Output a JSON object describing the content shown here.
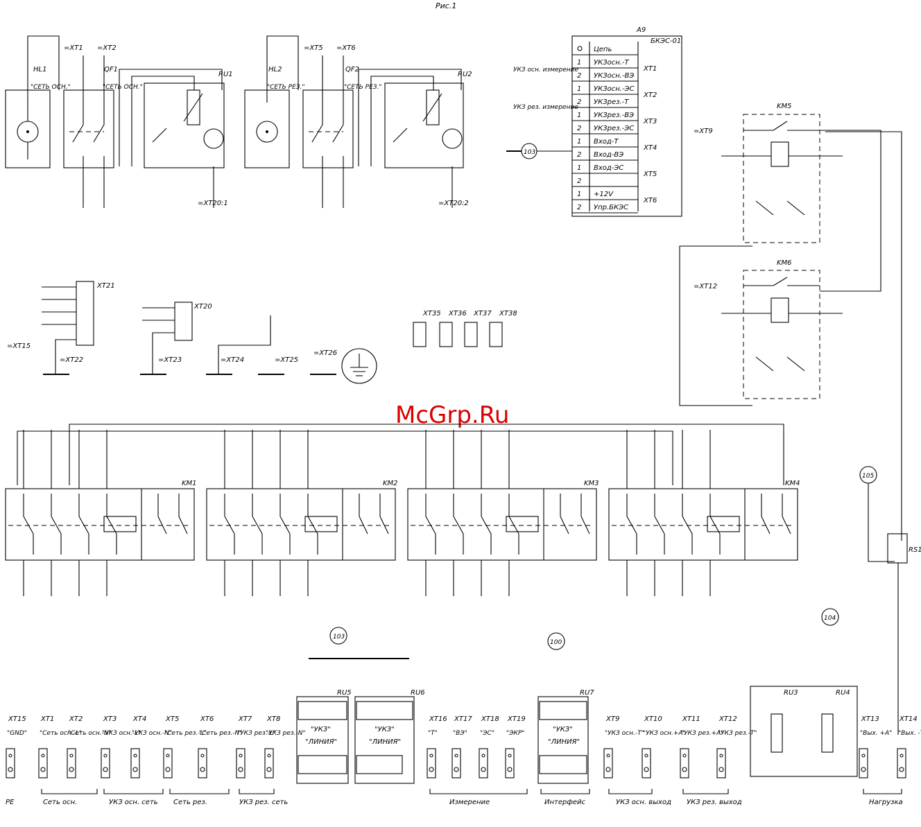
{
  "figure_caption": "Рис.1",
  "watermark": "McGrp.Ru",
  "terminal_labels": [
    "=XT1",
    "=XT2",
    "=XT5",
    "=XT6",
    "=XT9",
    "=XT12",
    "=XT20:1",
    "=XT20:2",
    "=XT15",
    "=XT22",
    "=XT23",
    "=XT24",
    "=XT25",
    "=XT26",
    "XT21",
    "XT20",
    "XT35",
    "XT36",
    "XT37",
    "XT38"
  ],
  "indicators": [
    {
      "name": "HL1",
      "label": "\"СЕТЬ ОСН.\""
    },
    {
      "name": "HL2",
      "label": "\"СЕТЬ РЕЗ.\""
    }
  ],
  "breakers": [
    {
      "name": "QF1",
      "label": "\"СЕТЬ ОСН.\""
    },
    {
      "name": "QF2",
      "label": "\"СЕТЬ РЕЗ.\""
    }
  ],
  "relays": [
    "RU1",
    "RU2",
    "RU3",
    "RU4",
    "RU5",
    "RU6",
    "RU7",
    "RS1"
  ],
  "contactors": [
    "KM1",
    "KM2",
    "KM3",
    "KM4",
    "KM5",
    "KM6"
  ],
  "a9_block": {
    "title": "A9",
    "subtitle": "БКЭС-01",
    "rows": [
      {
        "n": "",
        "name": "Цепь",
        "xt": ""
      },
      {
        "n": "1",
        "name": "УКЗосн.-Т",
        "xt": "XT1"
      },
      {
        "n": "2",
        "name": "УКЗосн.-ВЭ",
        "xt": ""
      },
      {
        "n": "1",
        "name": "УКЗосн.-ЭС",
        "xt": "XT2"
      },
      {
        "n": "2",
        "name": "УКЗрез.-Т",
        "xt": ""
      },
      {
        "n": "1",
        "name": "УКЗрез.-ВЭ",
        "xt": "XT3"
      },
      {
        "n": "2",
        "name": "УКЗрез.-ЭС",
        "xt": ""
      },
      {
        "n": "1",
        "name": "Вход-Т",
        "xt": "XT4"
      },
      {
        "n": "2",
        "name": "Вход-ВЭ",
        "xt": ""
      },
      {
        "n": "1",
        "name": "Вход-ЭС",
        "xt": "XT5"
      },
      {
        "n": "2",
        "name": "",
        "xt": ""
      },
      {
        "n": "1",
        "name": "+12V",
        "xt": "XT6"
      },
      {
        "n": "2",
        "name": "Упр.БКЭС",
        "xt": ""
      }
    ],
    "side_label_1": "УКЗ осн. измерение",
    "side_label_2": "УКЗ рез. измерение"
  },
  "bottom_terminals": [
    {
      "xt": "XT15",
      "label": "\"GND\""
    },
    {
      "xt": "XT1",
      "label": "\"Сеть осн.-L\""
    },
    {
      "xt": "XT2",
      "label": "\"Сеть осн.-N\""
    },
    {
      "xt": "XT3",
      "label": "\"УКЗ осн.-L\""
    },
    {
      "xt": "XT4",
      "label": "\"УКЗ осн.-N\""
    },
    {
      "xt": "XT5",
      "label": "\"Сеть рез.-L\""
    },
    {
      "xt": "XT6",
      "label": "\"Сеть рез.-N\""
    },
    {
      "xt": "XT7",
      "label": "\"УКЗ рез.-L\""
    },
    {
      "xt": "XT8",
      "label": "\"УКЗ рез.-N\""
    },
    {
      "xt": "XT16",
      "label": "\"Т\""
    },
    {
      "xt": "XT17",
      "label": "\"ВЭ\""
    },
    {
      "xt": "XT18",
      "label": "\"ЭС\""
    },
    {
      "xt": "XT19",
      "label": "\"ЭКР\""
    },
    {
      "xt": "XT9",
      "label": "\"УКЗ осн.-Т\""
    },
    {
      "xt": "XT10",
      "label": "\"УКЗ осн.+А\""
    },
    {
      "xt": "XT11",
      "label": "\"УКЗ рез.+А\""
    },
    {
      "xt": "XT12",
      "label": "\"УКЗ рез.-Т\""
    },
    {
      "xt": "XT13",
      "label": "\"Вых. +А\""
    },
    {
      "xt": "XT14",
      "label": "\"Вых. -Т\""
    }
  ],
  "group_labels": [
    "PE",
    "Сеть осн.",
    "УКЗ осн. сеть",
    "Сеть рез.",
    "УКЗ рез. сеть",
    "Измерение",
    "Интерфейс",
    "УКЗ осн. выход",
    "УКЗ рез. выход",
    "Нагрузка"
  ],
  "ru_blocks": [
    {
      "name": "RU5",
      "top": "\"УКЗ\"",
      "bottom": "\"ЛИНИЯ\""
    },
    {
      "name": "RU6",
      "top": "\"УКЗ\"",
      "bottom": "\"ЛИНИЯ\""
    },
    {
      "name": "RU7",
      "top": "\"УКЗ\"",
      "bottom": "\"ЛИНИЯ\""
    }
  ],
  "meters": [
    "103",
    "100",
    "105",
    "104"
  ]
}
